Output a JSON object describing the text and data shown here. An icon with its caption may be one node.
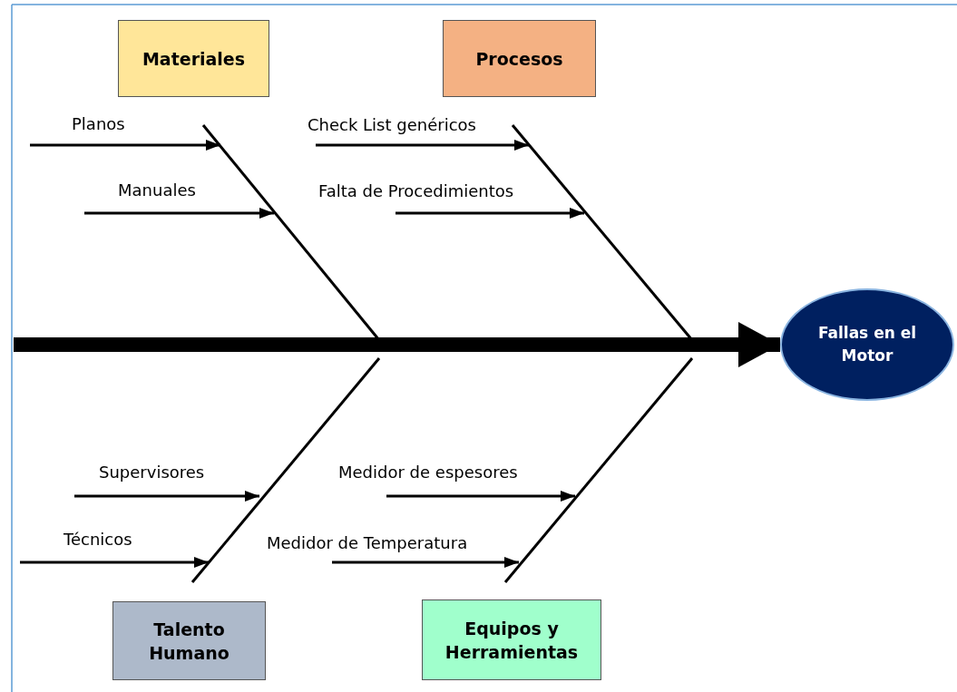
{
  "diagram": {
    "nodes": [
      {
        "text": [
          "Materiales"
        ]
      },
      {
        "text": [
          "Procesos"
        ]
      },
      {
        "text": [
          "Planos"
        ]
      },
      {
        "text": [
          "Check List genéricos"
        ]
      },
      {
        "text": [
          "Manuales"
        ]
      },
      {
        "text": [
          "Falta de Procedimientos"
        ]
      },
      {
        "text": [
          "Fallas en el Motor"
        ]
      },
      {
        "text": [
          "Supervisores"
        ]
      },
      {
        "text": [
          "Medidor de espesores"
        ]
      },
      {
        "text": [
          "Técnicos"
        ]
      },
      {
        "text": [
          "Medidor de Temperatura"
        ]
      },
      {
        "text": [
          "Talento Humano"
        ]
      },
      {
        "text": [
          "Equipos y Herramientas"
        ]
      }
    ],
    "edges": [
      {
        "from": 2,
        "to": null,
        "arrow": "to"
      },
      {
        "from": 3,
        "to": null,
        "arrow": "to"
      },
      {
        "from": 4,
        "to": null,
        "arrow": "to"
      },
      {
        "from": 5,
        "to": null,
        "arrow": "to"
      },
      {
        "from": null,
        "to": 6,
        "arrow": "to",
        "style": "thick"
      },
      {
        "from": 7,
        "to": null,
        "arrow": "to"
      },
      {
        "from": 8,
        "to": null,
        "arrow": "to"
      },
      {
        "from": 9,
        "to": null,
        "arrow": "to"
      },
      {
        "from": 10,
        "to": null,
        "arrow": "to"
      }
    ]
  }
}
